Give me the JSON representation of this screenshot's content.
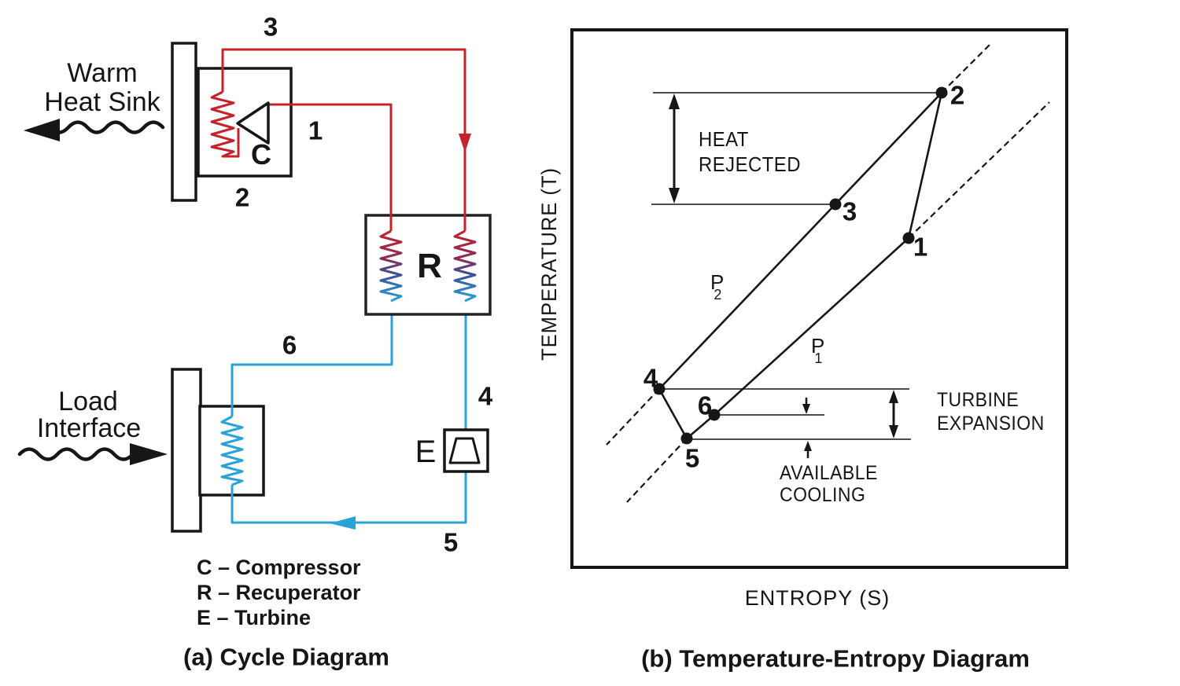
{
  "colors": {
    "hot": "#c4232b",
    "cold": "#29a3d7"
  },
  "cycle": {
    "caption": "(a) Cycle Diagram",
    "warm_sink": {
      "line1": "Warm",
      "line2": "Heat Sink"
    },
    "load_interface": {
      "line1": "Load",
      "line2": "Interface"
    },
    "components": {
      "compressor": "C",
      "recuperator": "R",
      "turbine": "E"
    },
    "points": {
      "p1": "1",
      "p2": "2",
      "p3": "3",
      "p4": "4",
      "p5": "5",
      "p6": "6"
    },
    "legend": [
      "C – Compressor",
      "R – Recuperator",
      "E – Turbine"
    ]
  },
  "ts": {
    "caption": "(b) Temperature-Entropy Diagram",
    "y_axis": "TEMPERATURE  (T)",
    "x_axis": "ENTROPY  (S)",
    "points": {
      "p1": "1",
      "p2": "2",
      "p3": "3",
      "p4": "4",
      "p5": "5",
      "p6": "6"
    },
    "isobars": {
      "p2_main": "P",
      "p2_sub": "2",
      "p1_main": "P",
      "p1_sub": "1"
    },
    "annotations": {
      "heat_rejected": [
        "HEAT",
        "REJECTED"
      ],
      "turbine_expansion": [
        "TURBINE",
        "EXPANSION"
      ],
      "available_cooling": [
        "AVAILABLE",
        "COOLING"
      ]
    }
  }
}
